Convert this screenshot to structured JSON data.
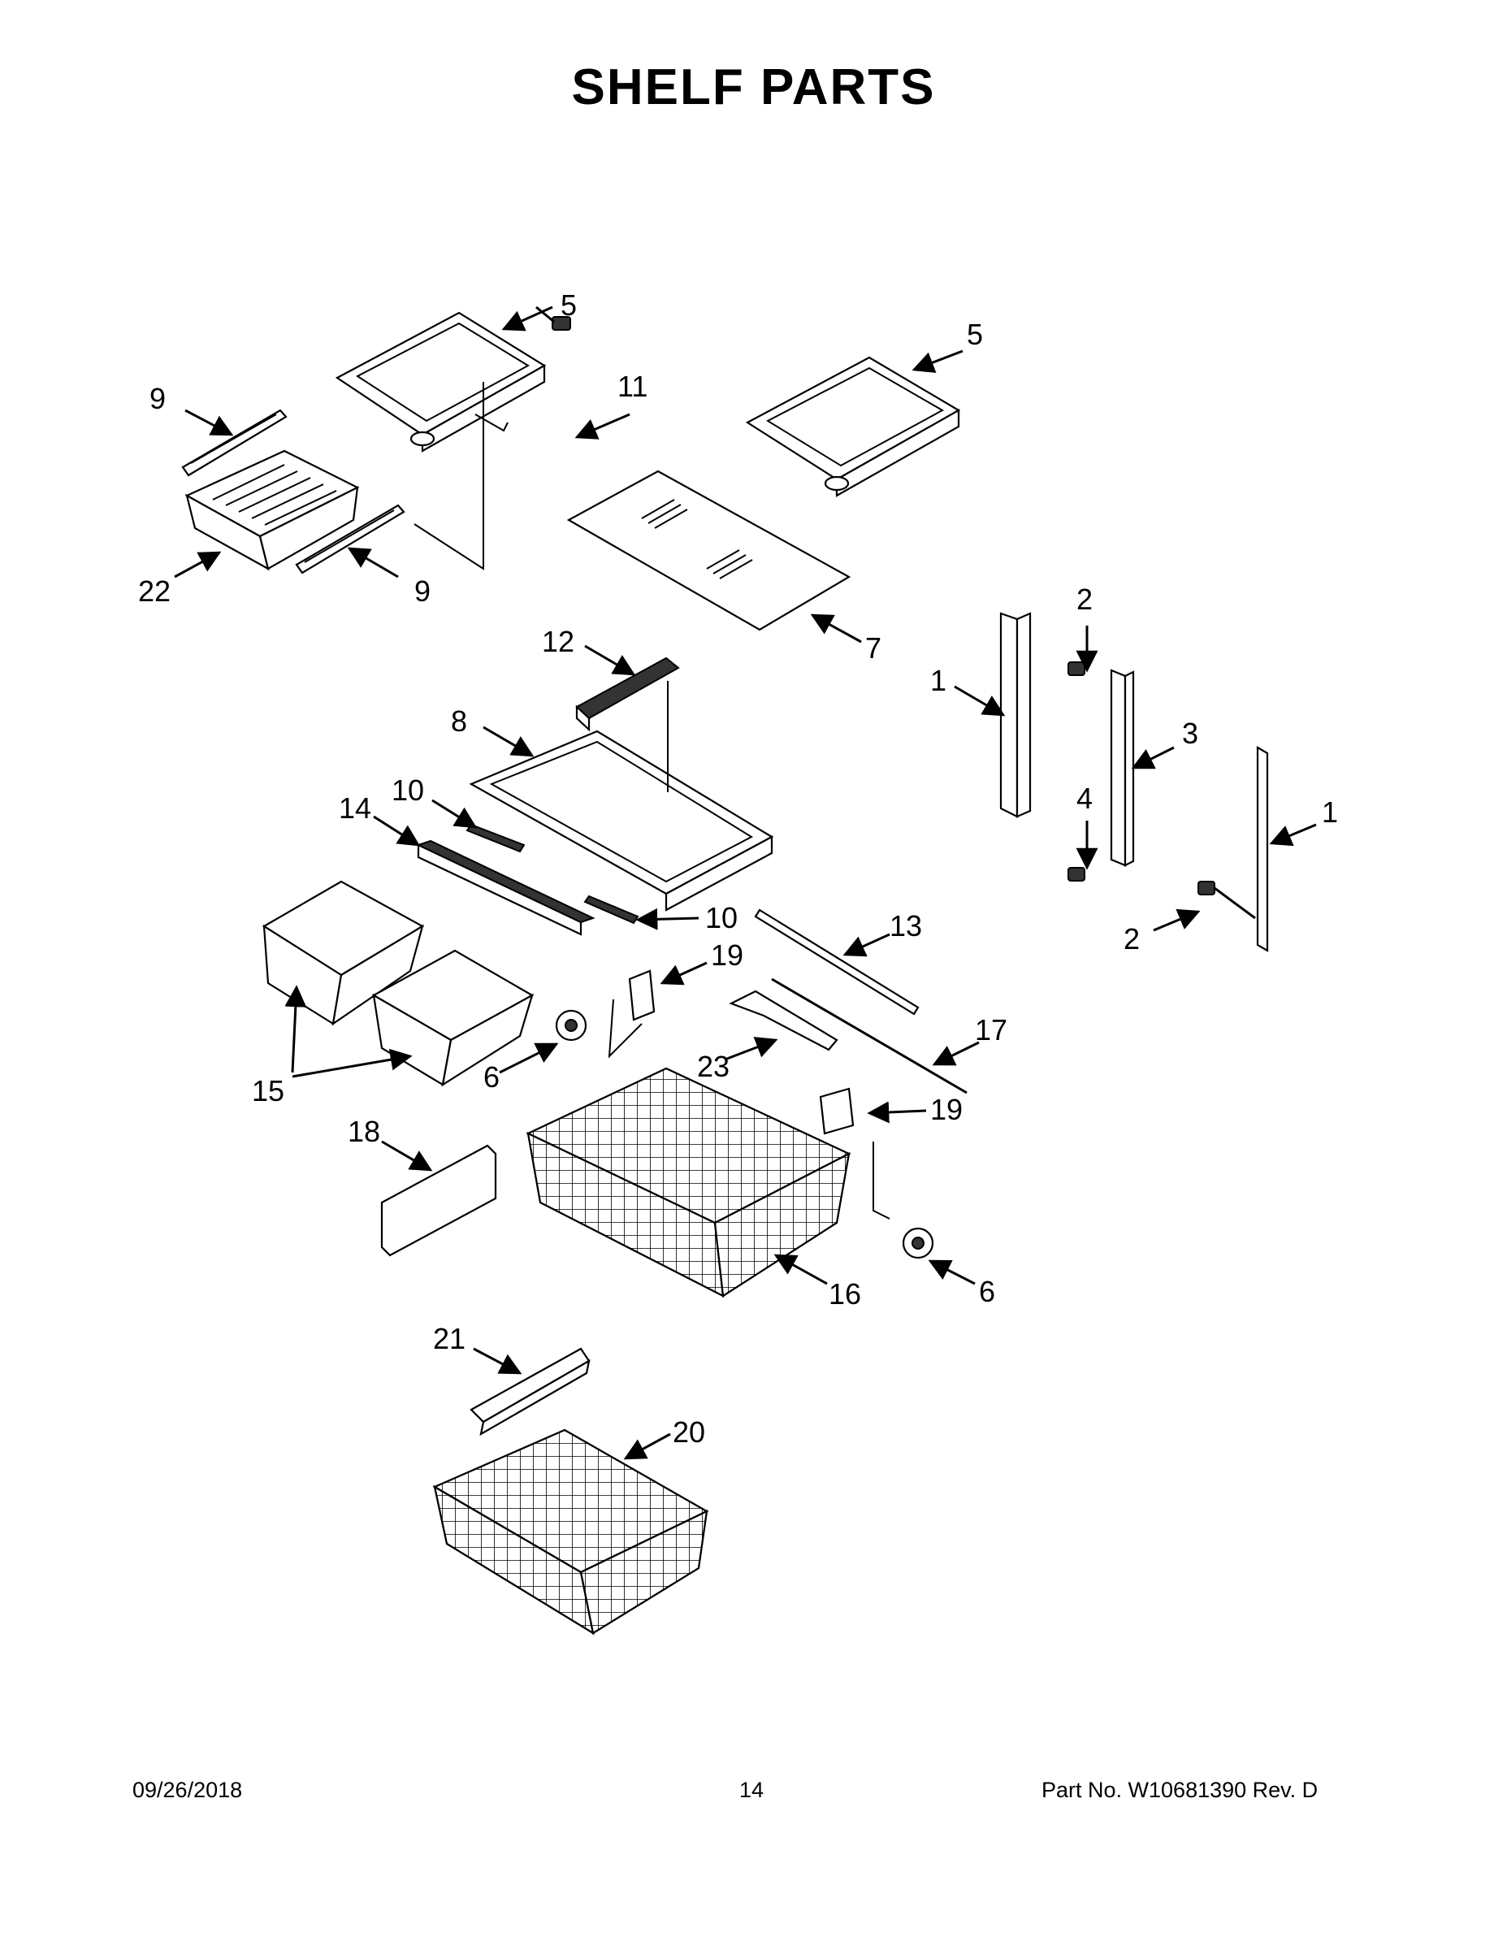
{
  "title": "SHELF PARTS",
  "callouts": {
    "c1a": "1",
    "c1b": "1",
    "c2a": "2",
    "c2b": "2",
    "c3": "3",
    "c4": "4",
    "c5a": "5",
    "c5b": "5",
    "c6a": "6",
    "c6b": "6",
    "c7": "7",
    "c8": "8",
    "c9a": "9",
    "c9b": "9",
    "c10a": "10",
    "c10b": "10",
    "c11": "11",
    "c12": "12",
    "c13": "13",
    "c14": "14",
    "c15": "15",
    "c16": "16",
    "c17": "17",
    "c18": "18",
    "c19a": "19",
    "c19b": "19",
    "c20": "20",
    "c21": "21",
    "c22": "22",
    "c23": "23"
  },
  "footer": {
    "date": "09/26/2018",
    "page": "14",
    "part": "Part No.  W10681390  Rev.  D"
  }
}
